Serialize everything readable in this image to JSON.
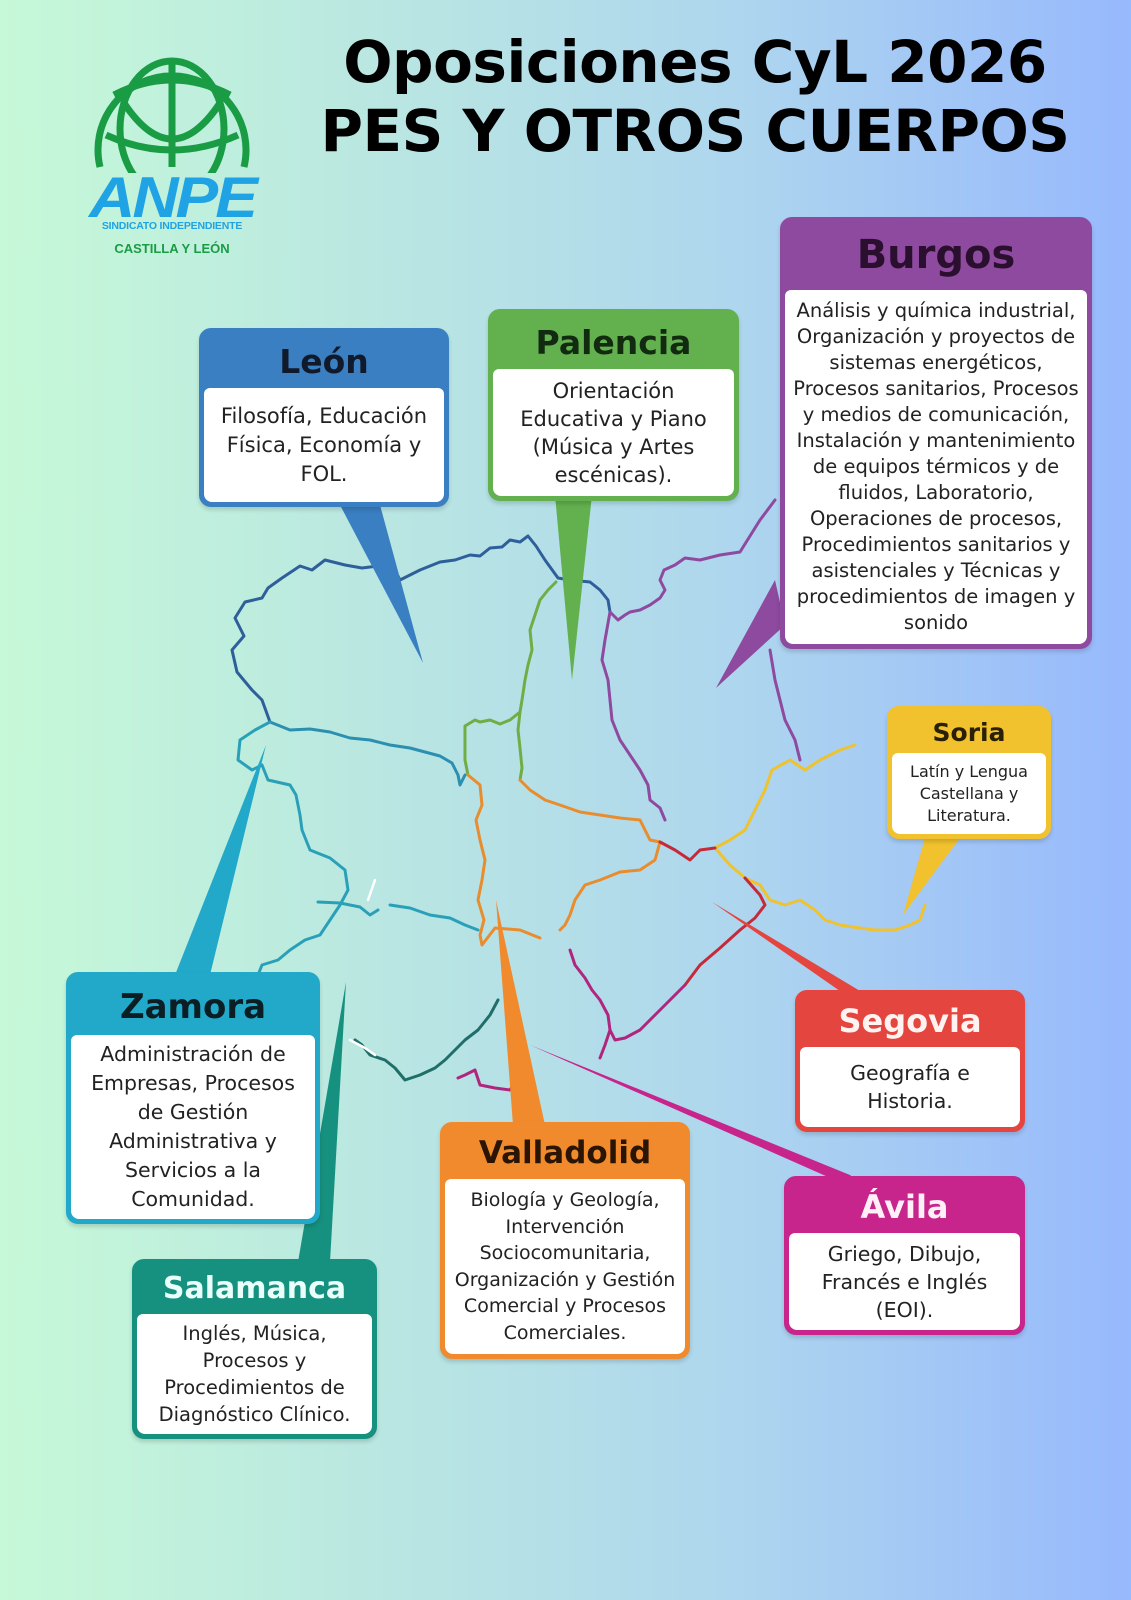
{
  "logo": {
    "acronym": "ANPE",
    "subtitle": "SINDICATO INDEPENDIENTE",
    "region": "CASTILLA Y LEÓN",
    "globe_color": "#1a9c45",
    "text_color": "#1fa3e5"
  },
  "title": {
    "line1": "Oposiciones CyL 2026",
    "line2": "PES Y OTROS CUERPOS"
  },
  "provinces": {
    "burgos": {
      "name": "Burgos",
      "color": "#8e4a9e",
      "subjects": "Análisis y química industrial, Organización y proyectos de sistemas energéticos, Procesos sanitarios, Procesos y medios de comunicación, Instalación y mantenimiento de equipos térmicos y de fluidos, Laboratorio, Operaciones de procesos, Procedimientos sanitarios y asistenciales y Técnicas y procedimientos de imagen y sonido"
    },
    "leon": {
      "name": "León",
      "color": "#3a7fc2",
      "subjects": "Filosofía, Educación Física, Economía y FOL."
    },
    "palencia": {
      "name": "Palencia",
      "color": "#63b04f",
      "subjects": "Orientación Educativa y Piano (Música y Artes escénicas)."
    },
    "soria": {
      "name": "Soria",
      "color": "#f2c12e",
      "subjects": "Latín y Lengua Castellana y Literatura."
    },
    "zamora": {
      "name": "Zamora",
      "color": "#22a8c8",
      "subjects": "Administración de Empresas, Procesos de Gestión Administrativa y Servicios a la Comunidad."
    },
    "segovia": {
      "name": "Segovia",
      "color": "#e5453f",
      "subjects": "Geografía e Historia."
    },
    "valladolid": {
      "name": "Valladolid",
      "color": "#f08a2c",
      "subjects": "Biología y Geología, Intervención Sociocomunitaria, Organización y Gestión Comercial y Procesos Comerciales."
    },
    "avila": {
      "name": "Ávila",
      "color": "#c7258c",
      "subjects": "Griego, Dibujo, Francés e Inglés (EOI)."
    },
    "salamanca": {
      "name": "Salamanca",
      "color": "#17917f",
      "subjects": "Inglés, Música, Procesos y Procedimientos de Diagnóstico Clínico."
    }
  }
}
